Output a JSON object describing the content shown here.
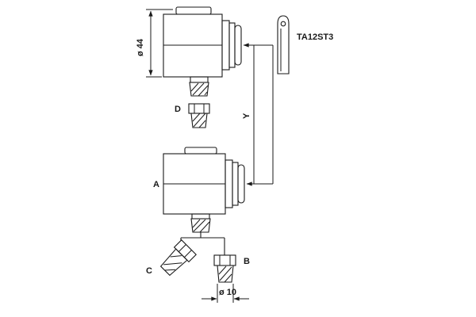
{
  "labels": {
    "dim_top_diameter": "ø 44",
    "part_number": "TA12ST3",
    "dim_vertical": "Y",
    "fitting_d": "D",
    "body_a": "A",
    "fitting_c": "C",
    "fitting_b": "B",
    "dim_bottom_diameter": "ø 10"
  },
  "colors": {
    "line": "#1a1a1a",
    "background": "#ffffff"
  }
}
